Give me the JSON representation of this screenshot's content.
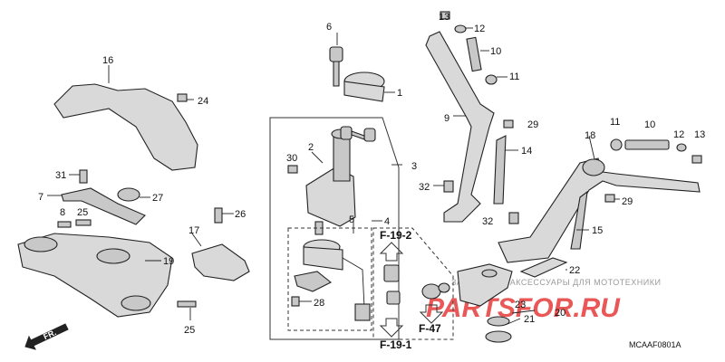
{
  "callouts": {
    "c1": "1",
    "c2": "2",
    "c3": "3",
    "c4": "4",
    "c5": "5",
    "c6": "6",
    "c7": "7",
    "c8": "8",
    "c9": "9",
    "c10a": "10",
    "c10b": "10",
    "c11a": "11",
    "c11b": "11",
    "c12a": "12",
    "c12b": "12",
    "c13a": "13",
    "c13b": "13",
    "c14": "14",
    "c15": "15",
    "c16": "16",
    "c17": "17",
    "c18": "18",
    "c19": "19",
    "c20": "20",
    "c21": "21",
    "c22": "22",
    "c23": "23",
    "c24": "24",
    "c25a": "25",
    "c25b": "25",
    "c26": "26",
    "c27": "27",
    "c28": "28",
    "c29a": "29",
    "c29b": "29",
    "c30": "30",
    "c31": "31",
    "c32a": "32",
    "c32b": "32"
  },
  "refs": {
    "f19_2": "F-19-2",
    "f19_1": "F-19-1",
    "f47": "F-47"
  },
  "front_arrow": "FR.",
  "watermark": {
    "line1": "ЗАПЧАСТИ И АКСЕССУАРЫ ДЛЯ МОТОТЕХНИКИ",
    "line2": "PARTSFOR.RU"
  },
  "diagram_code": "MCAAF0801A"
}
